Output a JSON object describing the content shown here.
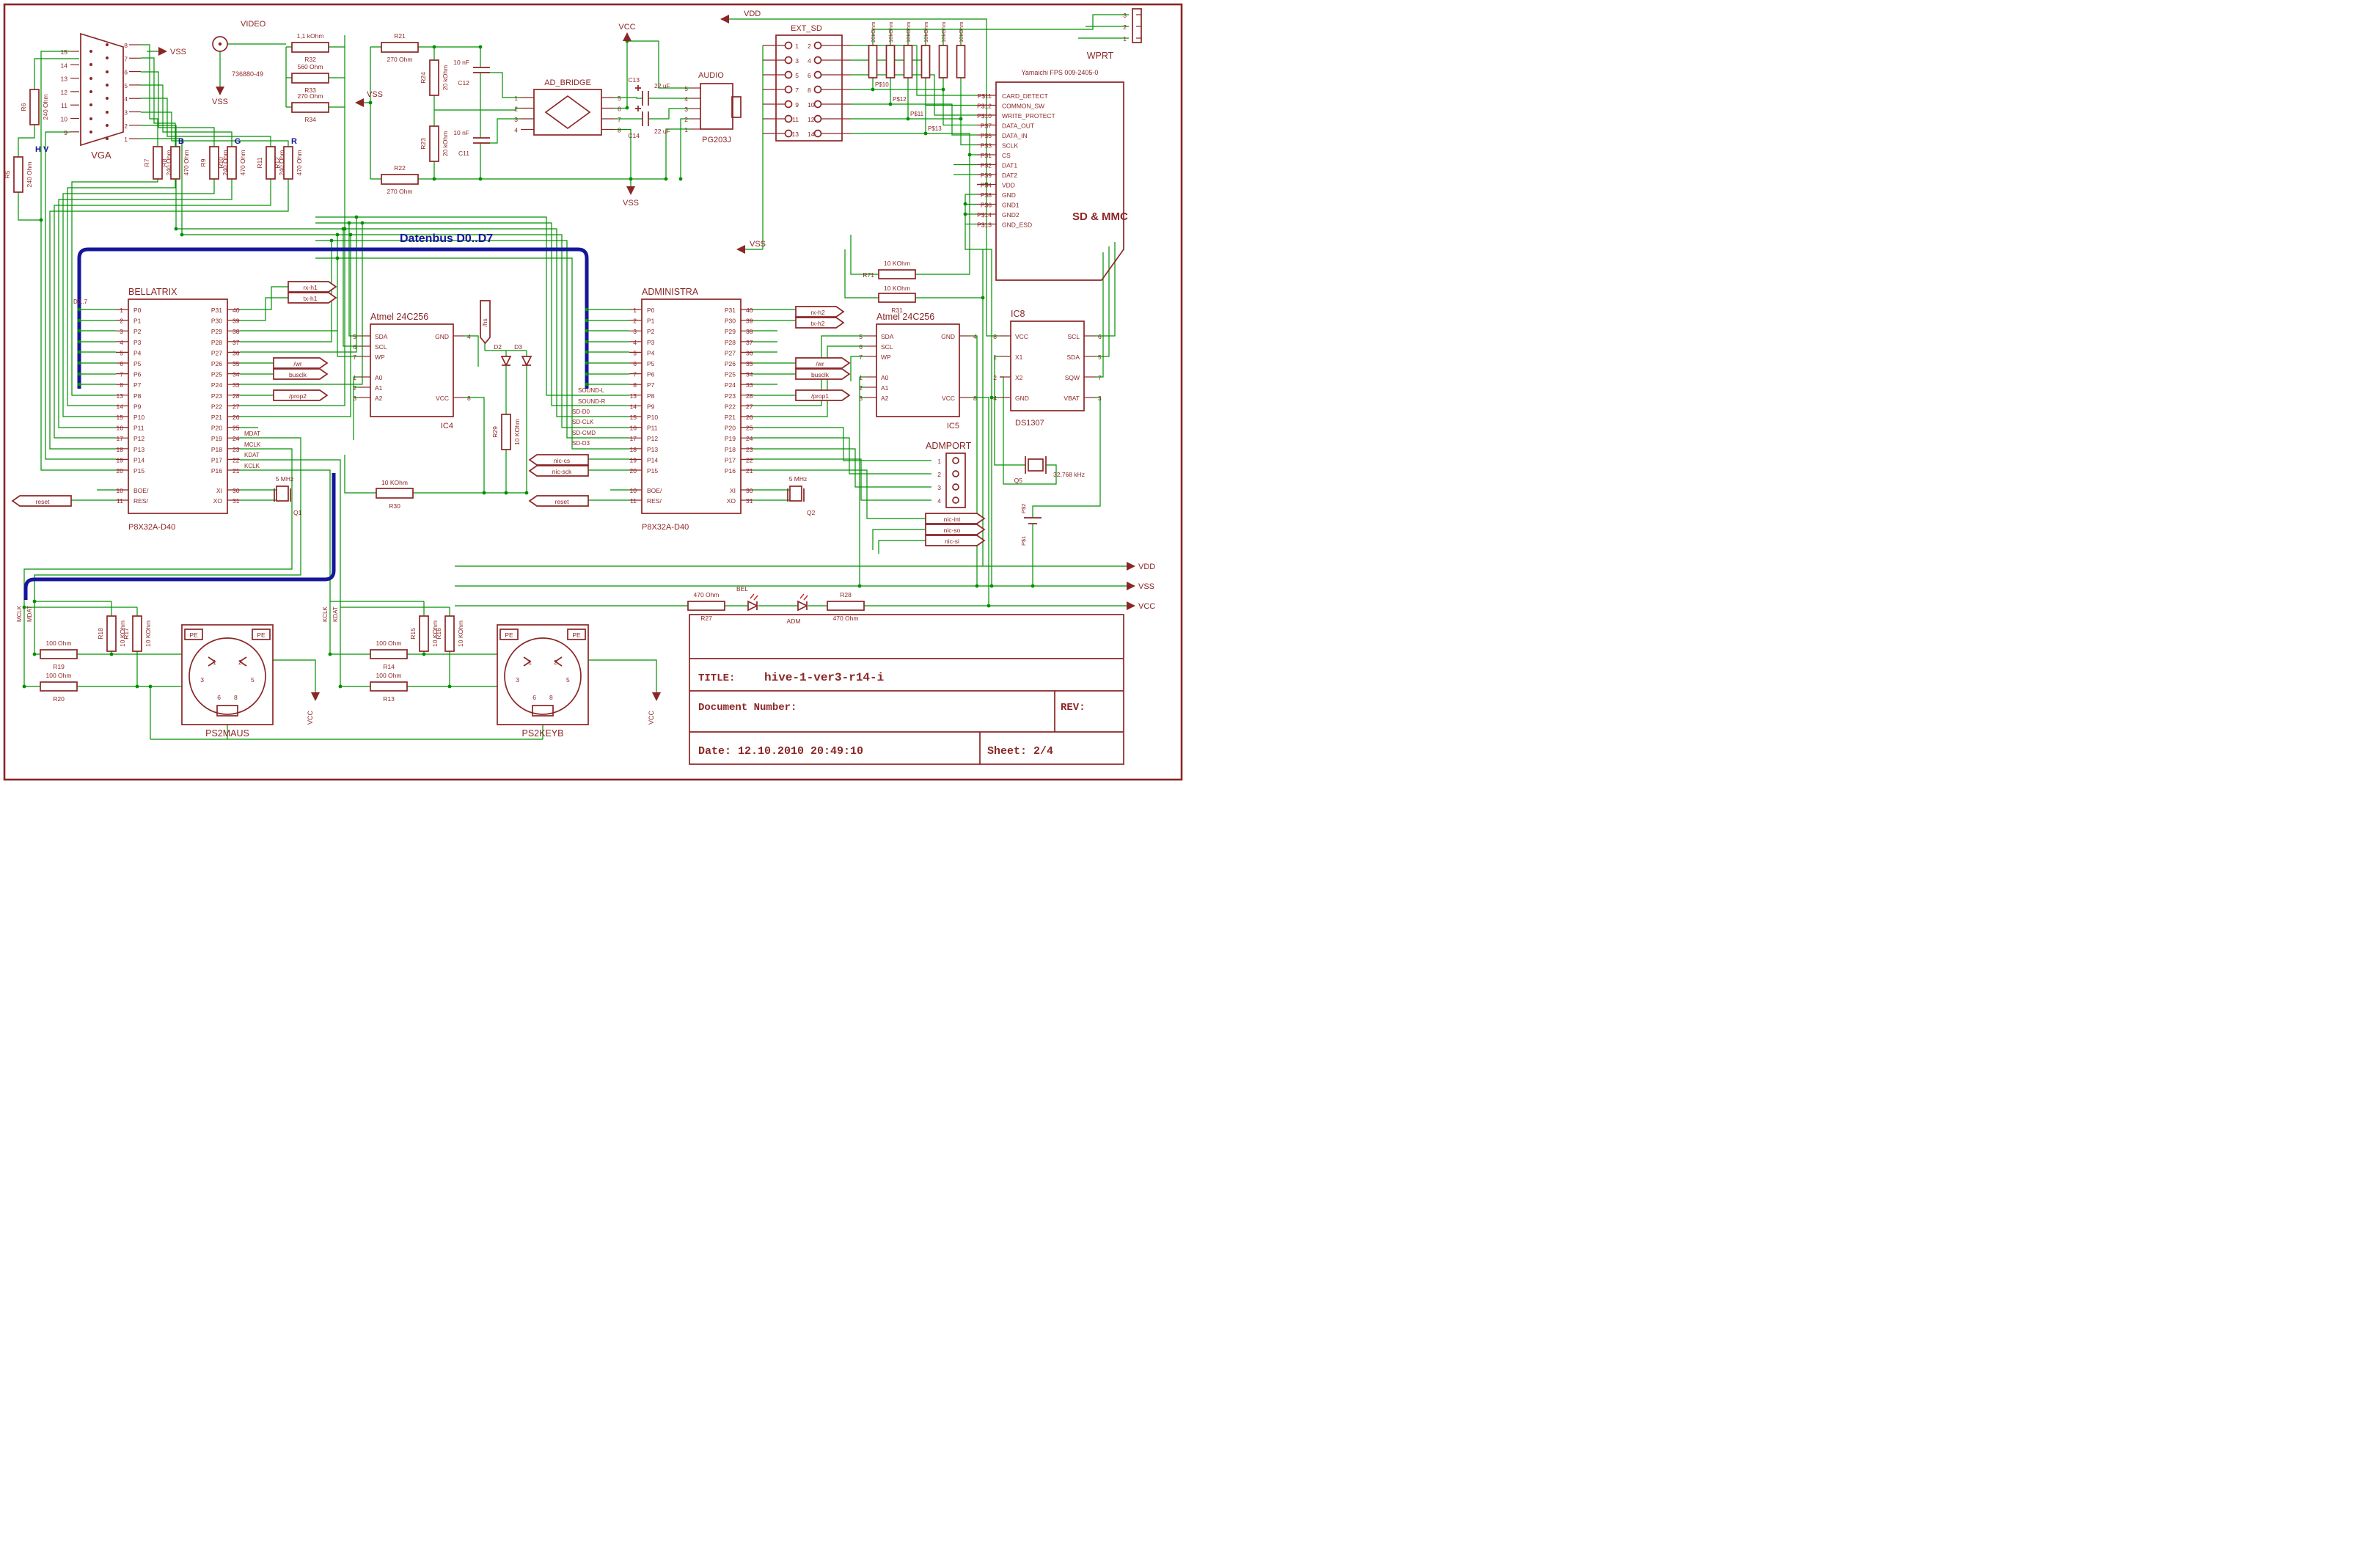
{
  "title_block": {
    "title_label": "TITLE:",
    "title": "hive-1-ver3-r14-i",
    "document_number_label": "Document Number:",
    "rev_label": "REV:",
    "date": "Date: 12.10.2010 20:49:10",
    "sheet": "Sheet: 2/4"
  },
  "colors": {
    "wire_green": "#009000",
    "component_red": "#8c2626",
    "bus_navy": "#16169b"
  },
  "labels": {
    "video": "VIDEO",
    "video_part": "736880-49",
    "vga": "VGA",
    "hv": "H V",
    "b": "B",
    "g": "G",
    "r": "R",
    "vss": "VSS",
    "vcc": "VCC",
    "vdd": "VDD",
    "datenbus": "Datenbus D0..D7",
    "d07": "D0..7",
    "bellatrix": "BELLATRIX",
    "administra": "ADMINISTRA",
    "p8x32": "P8X32A-D40",
    "atmel": "Atmel 24C256",
    "ic4": "IC4",
    "ic5": "IC5",
    "ic8": "IC8",
    "ds1307": "DS1307",
    "q1": "Q1",
    "q2": "Q2",
    "q5": "Q5",
    "mhz": "5 MHz",
    "khz": "32,768 kHz",
    "adbridge": "AD_BRIDGE",
    "audio": "AUDIO",
    "pg203j": "PG203J",
    "extsd": "EXT_SD",
    "wprt": "WPRT",
    "yamaichi": "Yamaichi FPS 009-2405-0",
    "sdmmc": "SD & MMC",
    "admport": "ADMPORT",
    "bel": "BEL",
    "adm": "ADM",
    "ps2maus": "PS2MAUS",
    "ps2keyb": "PS2KEYB",
    "pe": "PE",
    "mclk": "MCLK",
    "mdat": "MDAT",
    "kclk": "KCLK",
    "kdat": "KDAT",
    "sound_l": "SOUND-L",
    "sound_r": "SOUND-R",
    "sd_d0": "SD-D0",
    "sd_clk": "SD-CLK",
    "sd_cmd": "SD-CMD",
    "sd_d3": "SD-D3",
    "ps1": "P$1",
    "ps2p": "P$2",
    "p10": "P$10",
    "p11": "P$11",
    "p12": "P$12",
    "p13": "P$13"
  },
  "flags": {
    "rx_h1": "rx-h1",
    "tx_h1": "tx-h1",
    "rx_h2": "rx-h2",
    "tx_h2": "tx-h2",
    "wr": "/wr",
    "busclk": "busclk",
    "prop1": "/prop1",
    "prop2": "/prop2",
    "hs": "/hs",
    "nic_cs": "nic-cs",
    "nic_sck": "nic-sck",
    "nic_int": "nic-int",
    "nic_so": "nic-so",
    "nic_si": "nic-si",
    "reset": "reset"
  },
  "resistors": {
    "r5": {
      "n": "R5",
      "v": "240 Ohm"
    },
    "r6": {
      "n": "R6",
      "v": "240 Ohm"
    },
    "r7": {
      "n": "R7",
      "v": "240 Ohm"
    },
    "r8": {
      "n": "R8",
      "v": "470 Ohm"
    },
    "r9": {
      "n": "R9",
      "v": "240 Ohm"
    },
    "r10": {
      "n": "R10",
      "v": "470 Ohm"
    },
    "r11": {
      "n": "R11",
      "v": "240 Ohm"
    },
    "r12": {
      "n": "R12",
      "v": "470 Ohm"
    },
    "r21": {
      "n": "R21",
      "v": "270 Ohm"
    },
    "r22": {
      "n": "R22",
      "v": "270 Ohm"
    },
    "r23": {
      "n": "R23",
      "v": "20 kOhm"
    },
    "r24": {
      "n": "R24",
      "v": "20 kOhm"
    },
    "r32": {
      "n": "R32",
      "v": "1,1 kOhm"
    },
    "r33": {
      "n": "R33",
      "v": "560 Ohm"
    },
    "r34": {
      "n": "R34",
      "v": "270 Ohm"
    },
    "r27": {
      "n": "R27",
      "v": "470 Ohm"
    },
    "r28": {
      "n": "R28",
      "v": "470 Ohm"
    },
    "r29": {
      "n": "R29",
      "v": "10 KOhm"
    },
    "r30": {
      "n": "R30",
      "v": "10 KOhm"
    },
    "r31": {
      "n": "R31",
      "v": "10 KOhm"
    },
    "r71": {
      "n": "R71",
      "v": "10 KOhm"
    },
    "r13": {
      "n": "R13",
      "v": "100 Ohm"
    },
    "r14": {
      "n": "R14",
      "v": "100 Ohm"
    },
    "r15": {
      "n": "R15",
      "v": "10 KOhm"
    },
    "r16": {
      "n": "R16",
      "v": "10 KOhm"
    },
    "r17": {
      "n": "R17",
      "v": "10 KOhm"
    },
    "r18": {
      "n": "R18",
      "v": "10 KOhm"
    },
    "r19": {
      "n": "R19",
      "v": "100 Ohm"
    },
    "r20": {
      "n": "R20",
      "v": "100 Ohm"
    }
  },
  "capacitors": {
    "c11": {
      "n": "C11",
      "v": "10 nF"
    },
    "c12": {
      "n": "C12",
      "v": "10 nF"
    },
    "c13": {
      "n": "C13",
      "v": "22 uF"
    },
    "c14": {
      "n": "C14",
      "v": "22 uF"
    }
  },
  "array_values": [
    "20kOhm",
    "10kOhm",
    "10kOhm",
    "10kOhm",
    "10kOhm",
    "10kOhm"
  ],
  "diodes": {
    "d2": "D2",
    "d3": "D3"
  },
  "propeller": {
    "left": [
      {
        "num": "1",
        "name": "P0"
      },
      {
        "num": "2",
        "name": "P1"
      },
      {
        "num": "3",
        "name": "P2"
      },
      {
        "num": "4",
        "name": "P3"
      },
      {
        "num": "5",
        "name": "P4"
      },
      {
        "num": "6",
        "name": "P5"
      },
      {
        "num": "7",
        "name": "P6"
      },
      {
        "num": "8",
        "name": "P7"
      },
      {
        "num": "13",
        "name": "P8"
      },
      {
        "num": "14",
        "name": "P9"
      },
      {
        "num": "15",
        "name": "P10"
      },
      {
        "num": "16",
        "name": "P11"
      },
      {
        "num": "17",
        "name": "P12"
      },
      {
        "num": "18",
        "name": "P13"
      },
      {
        "num": "19",
        "name": "P14"
      },
      {
        "num": "20",
        "name": "P15"
      }
    ],
    "right": [
      {
        "num": "40",
        "name": "P31"
      },
      {
        "num": "39",
        "name": "P30"
      },
      {
        "num": "38",
        "name": "P29"
      },
      {
        "num": "37",
        "name": "P28"
      },
      {
        "num": "36",
        "name": "P27"
      },
      {
        "num": "35",
        "name": "P26"
      },
      {
        "num": "34",
        "name": "P25"
      },
      {
        "num": "33",
        "name": "P24"
      },
      {
        "num": "28",
        "name": "P23"
      },
      {
        "num": "27",
        "name": "P22"
      },
      {
        "num": "26",
        "name": "P21"
      },
      {
        "num": "25",
        "name": "P20"
      },
      {
        "num": "24",
        "name": "P19"
      },
      {
        "num": "23",
        "name": "P18"
      },
      {
        "num": "22",
        "name": "P17"
      },
      {
        "num": "21",
        "name": "P16"
      }
    ],
    "bottom_left": [
      {
        "num": "10",
        "name": "BOE/"
      },
      {
        "num": "11",
        "name": "RES/"
      }
    ],
    "bottom_right": [
      {
        "num": "30",
        "name": "XI"
      },
      {
        "num": "31",
        "name": "XO"
      }
    ]
  },
  "eeprom": {
    "left1": [
      {
        "num": "5",
        "name": "SDA"
      },
      {
        "num": "6",
        "name": "SCL"
      },
      {
        "num": "7",
        "name": "WP"
      }
    ],
    "left2": [
      {
        "num": "1",
        "name": "A0"
      },
      {
        "num": "2",
        "name": "A1"
      },
      {
        "num": "3",
        "name": "A2"
      }
    ],
    "right": [
      {
        "num": "4",
        "name": "GND"
      },
      {
        "num": "8",
        "name": "VCC"
      }
    ]
  },
  "rtc": {
    "left": [
      {
        "num": "8",
        "name": "VCC"
      },
      {
        "num": "1",
        "name": "X1"
      },
      {
        "num": "2",
        "name": "X2"
      },
      {
        "num": "4",
        "name": "GND"
      }
    ],
    "right": [
      {
        "num": "6",
        "name": "SCL"
      },
      {
        "num": "5",
        "name": "SDA"
      },
      {
        "num": "7",
        "name": "SQW"
      },
      {
        "num": "3",
        "name": "VBAT"
      }
    ]
  },
  "vga": {
    "left": [
      "15",
      "14",
      "13",
      "12",
      "11",
      "10",
      "9"
    ],
    "right": [
      "8",
      "7",
      "6",
      "5",
      "4",
      "3",
      "2",
      "1"
    ]
  },
  "extsd": {
    "left": [
      "1",
      "3",
      "5",
      "7",
      "9",
      "11",
      "13"
    ],
    "right": [
      "2",
      "4",
      "6",
      "8",
      "10",
      "12",
      "14"
    ]
  },
  "audio": {
    "pins": [
      "5",
      "4",
      "3",
      "2",
      "1"
    ]
  },
  "bridge": {
    "left": [
      "1",
      "2",
      "3",
      "4"
    ],
    "right": [
      "5",
      "6",
      "7",
      "8"
    ]
  },
  "wprt": {
    "pins": [
      "3",
      "2",
      "1"
    ]
  },
  "admport": {
    "pins": [
      "1",
      "2",
      "3",
      "4"
    ]
  },
  "sd": {
    "pins": [
      {
        "num": "P$11",
        "name": "CARD_DETECT"
      },
      {
        "num": "P$12",
        "name": "COMMON_SW"
      },
      {
        "num": "P$10",
        "name": "WRITE_PROTECT"
      },
      {
        "num": "P$7",
        "name": "DATA_OUT"
      },
      {
        "num": "P$5",
        "name": "DATA_IN"
      },
      {
        "num": "P$3",
        "name": "SCLK"
      },
      {
        "num": "P$1",
        "name": "CS"
      },
      {
        "num": "P$2",
        "name": "DAT1"
      },
      {
        "num": "P$9",
        "name": "DAT2"
      },
      {
        "num": "P$4",
        "name": "VDD"
      },
      {
        "num": "P$8",
        "name": "GND"
      },
      {
        "num": "P$6",
        "name": "GND1"
      },
      {
        "num": "P$14",
        "name": "GND2"
      },
      {
        "num": "P$13",
        "name": "GND_ESD"
      }
    ]
  },
  "ps2": {
    "p1": "1",
    "p2": "2",
    "p3": "3",
    "p5": "5",
    "p6": "6",
    "p8": "8"
  }
}
